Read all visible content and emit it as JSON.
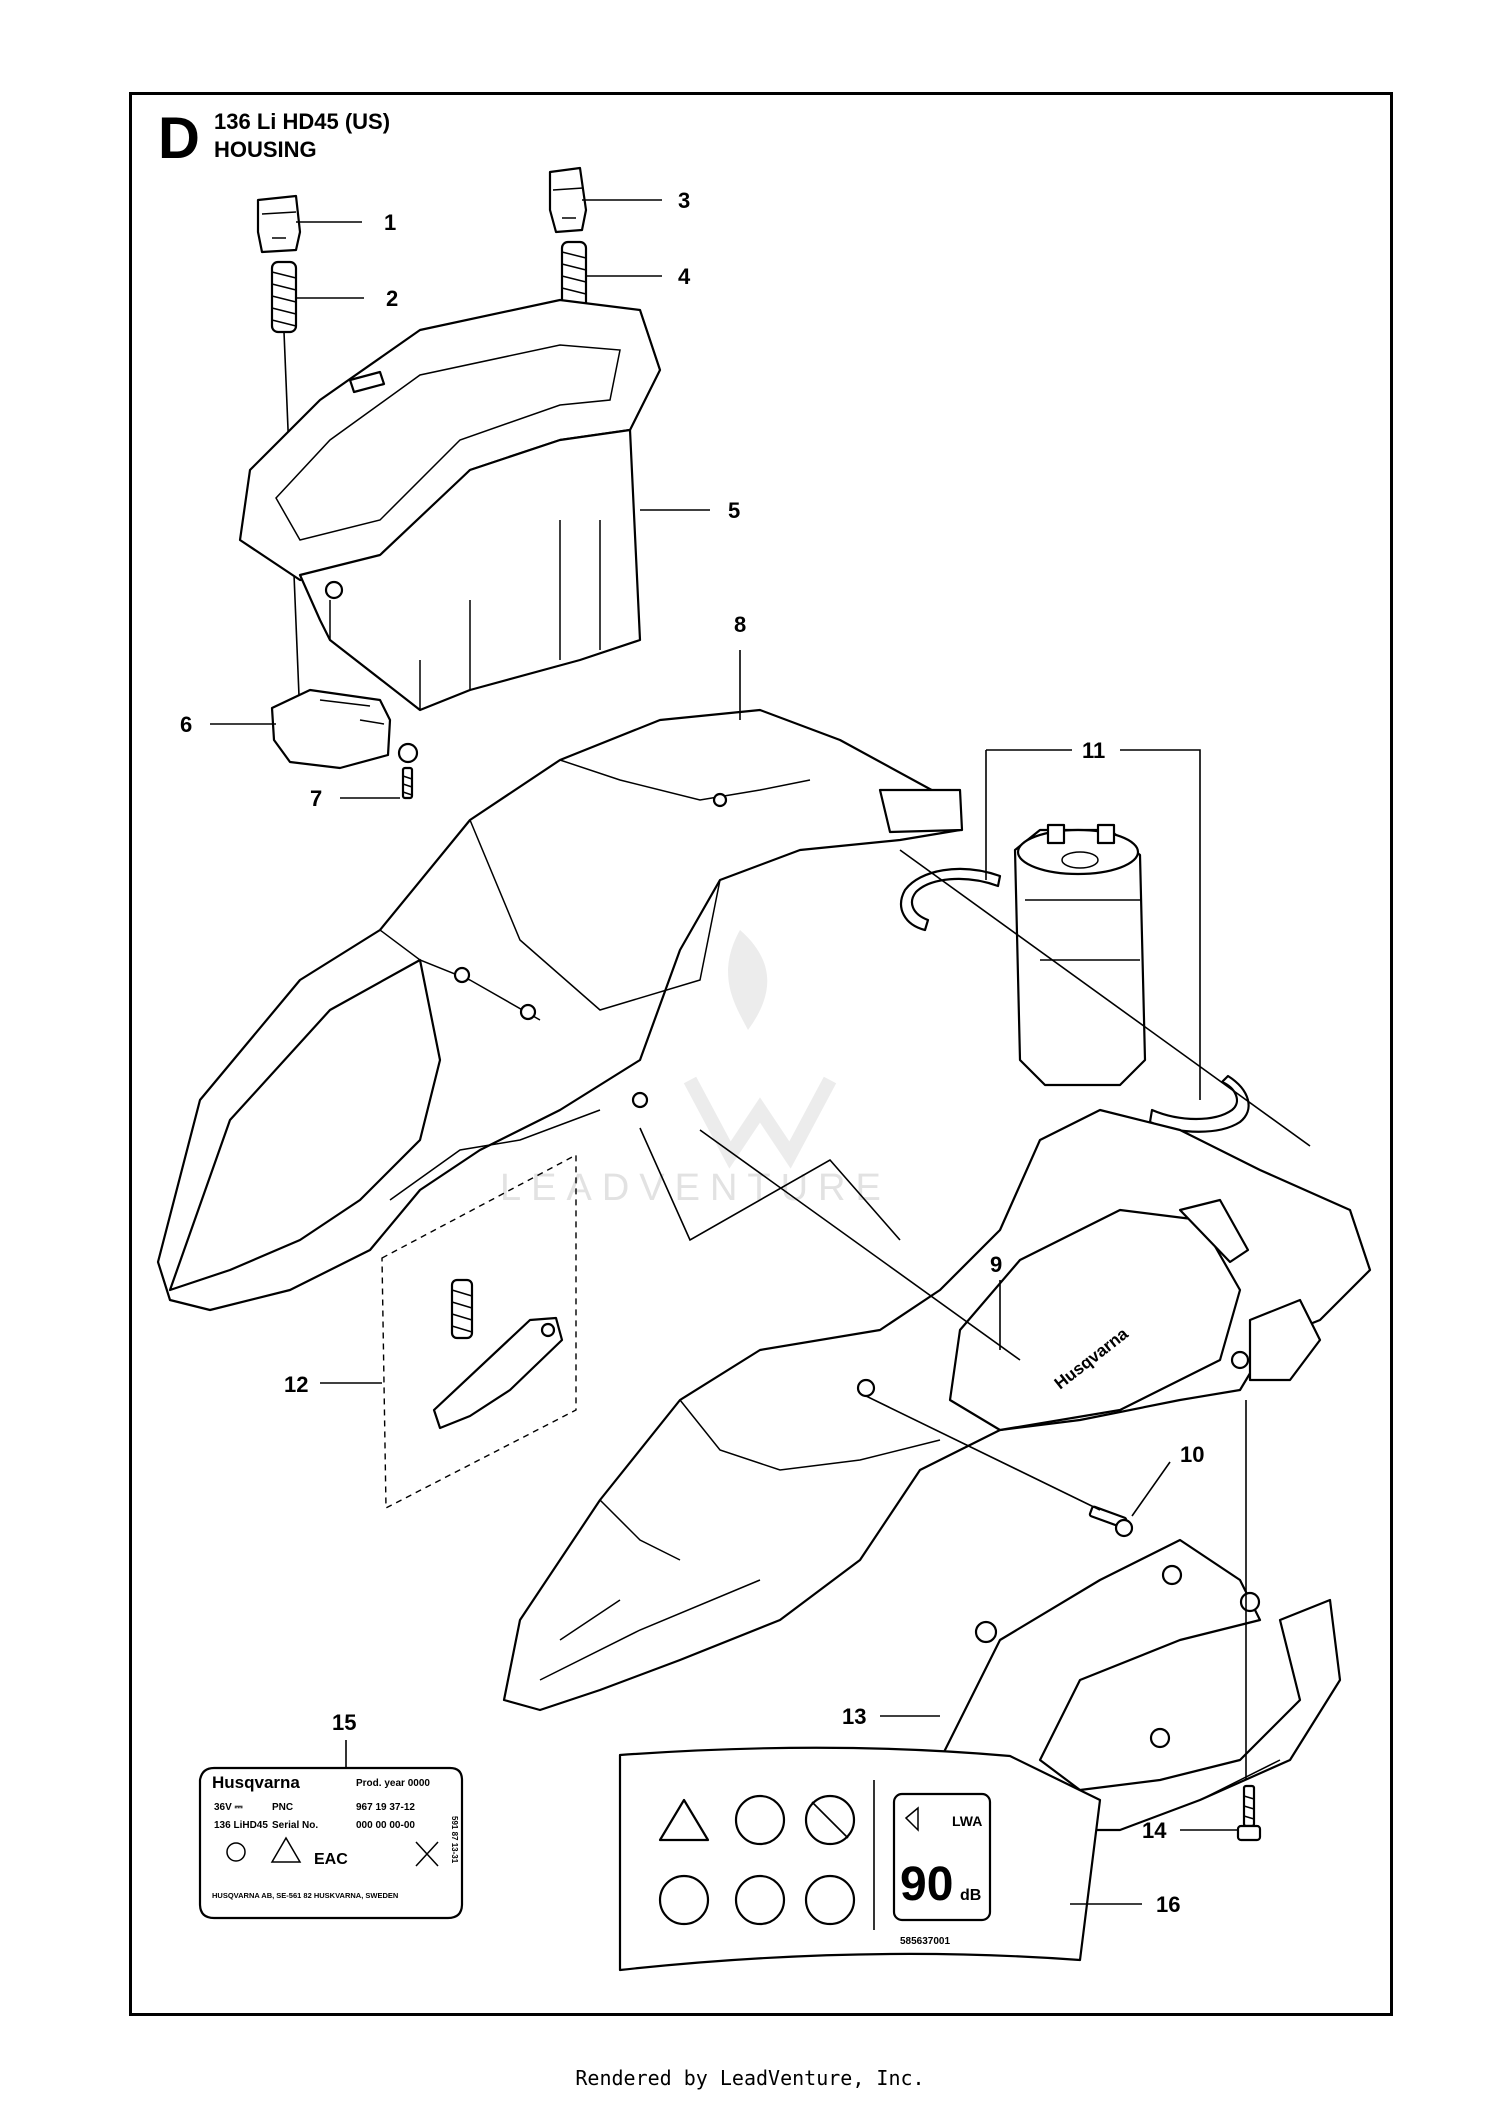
{
  "header": {
    "section_letter": "D",
    "model": "136 Li HD45 (US)",
    "section_title": "HOUSING"
  },
  "callouts": [
    "1",
    "2",
    "3",
    "4",
    "5",
    "6",
    "7",
    "8",
    "9",
    "10",
    "11",
    "12",
    "13",
    "14",
    "15",
    "16"
  ],
  "watermark": "LEADVENTURE",
  "body_brand": "Husqvarna",
  "rating_decal": {
    "brand": "Husqvarna",
    "prod_year": "Prod. year 0000",
    "voltage": "36V ⎓",
    "pnc_label": "PNC",
    "pnc_value": "967 19 37-12",
    "model": "136 LiHD45",
    "serial_label": "Serial No.",
    "serial_value": "000 00 00-00",
    "side_code": "591 87 13-31",
    "marks": "EAC",
    "address": "HUSQVARNA AB, SE-561 82 HUSKVARNA, SWEDEN"
  },
  "warning_decal": {
    "sound_symbol": "LWA",
    "sound_value": "90",
    "sound_unit": "dB",
    "part_number": "585637001"
  },
  "footer": {
    "rendered_by": "Rendered by LeadVenture, Inc."
  }
}
